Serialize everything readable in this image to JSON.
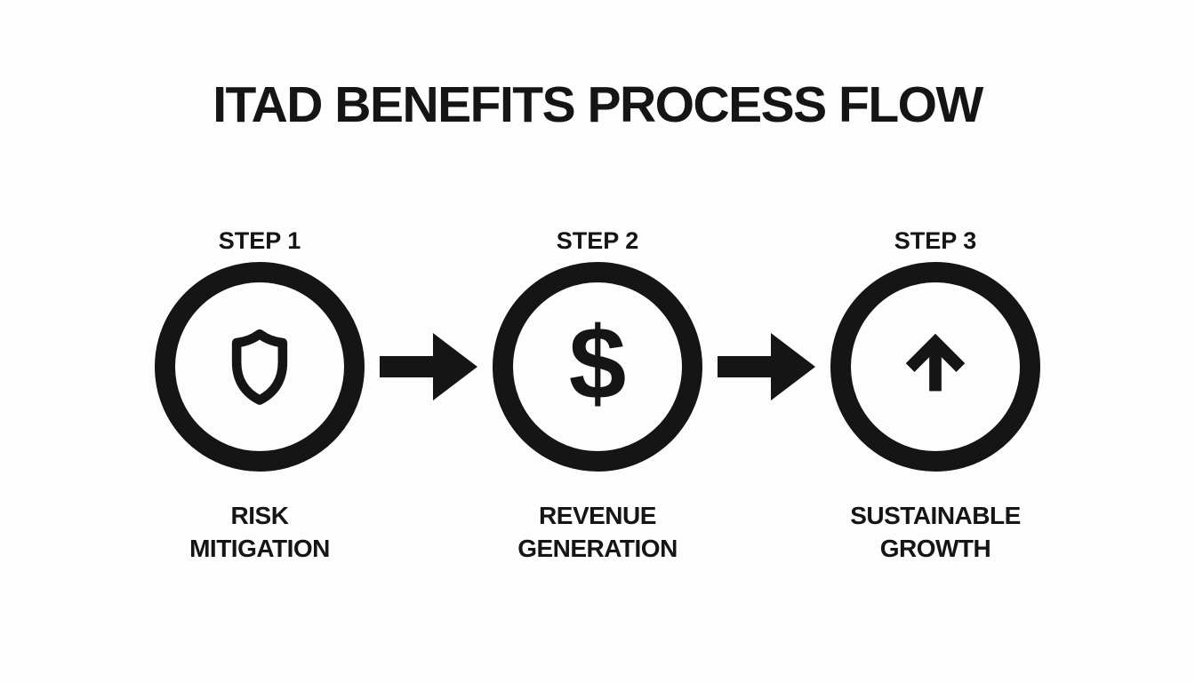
{
  "title": "ITAD BENEFITS PROCESS FLOW",
  "colors": {
    "background": "#fdfdfd",
    "ink": "#151515"
  },
  "steps": [
    {
      "step_label": "STEP 1",
      "icon": "shield-icon",
      "label_line1": "RISK",
      "label_line2": "MITIGATION"
    },
    {
      "step_label": "STEP 2",
      "icon": "dollar-sign-icon",
      "glyph": "$",
      "label_line1": "REVENUE",
      "label_line2": "GENERATION"
    },
    {
      "step_label": "STEP 3",
      "icon": "arrow-up-icon",
      "label_line1": "SUSTAINABLE",
      "label_line2": "GROWTH"
    }
  ],
  "connectors": [
    {
      "icon": "arrow-right-icon"
    },
    {
      "icon": "arrow-right-icon"
    }
  ]
}
